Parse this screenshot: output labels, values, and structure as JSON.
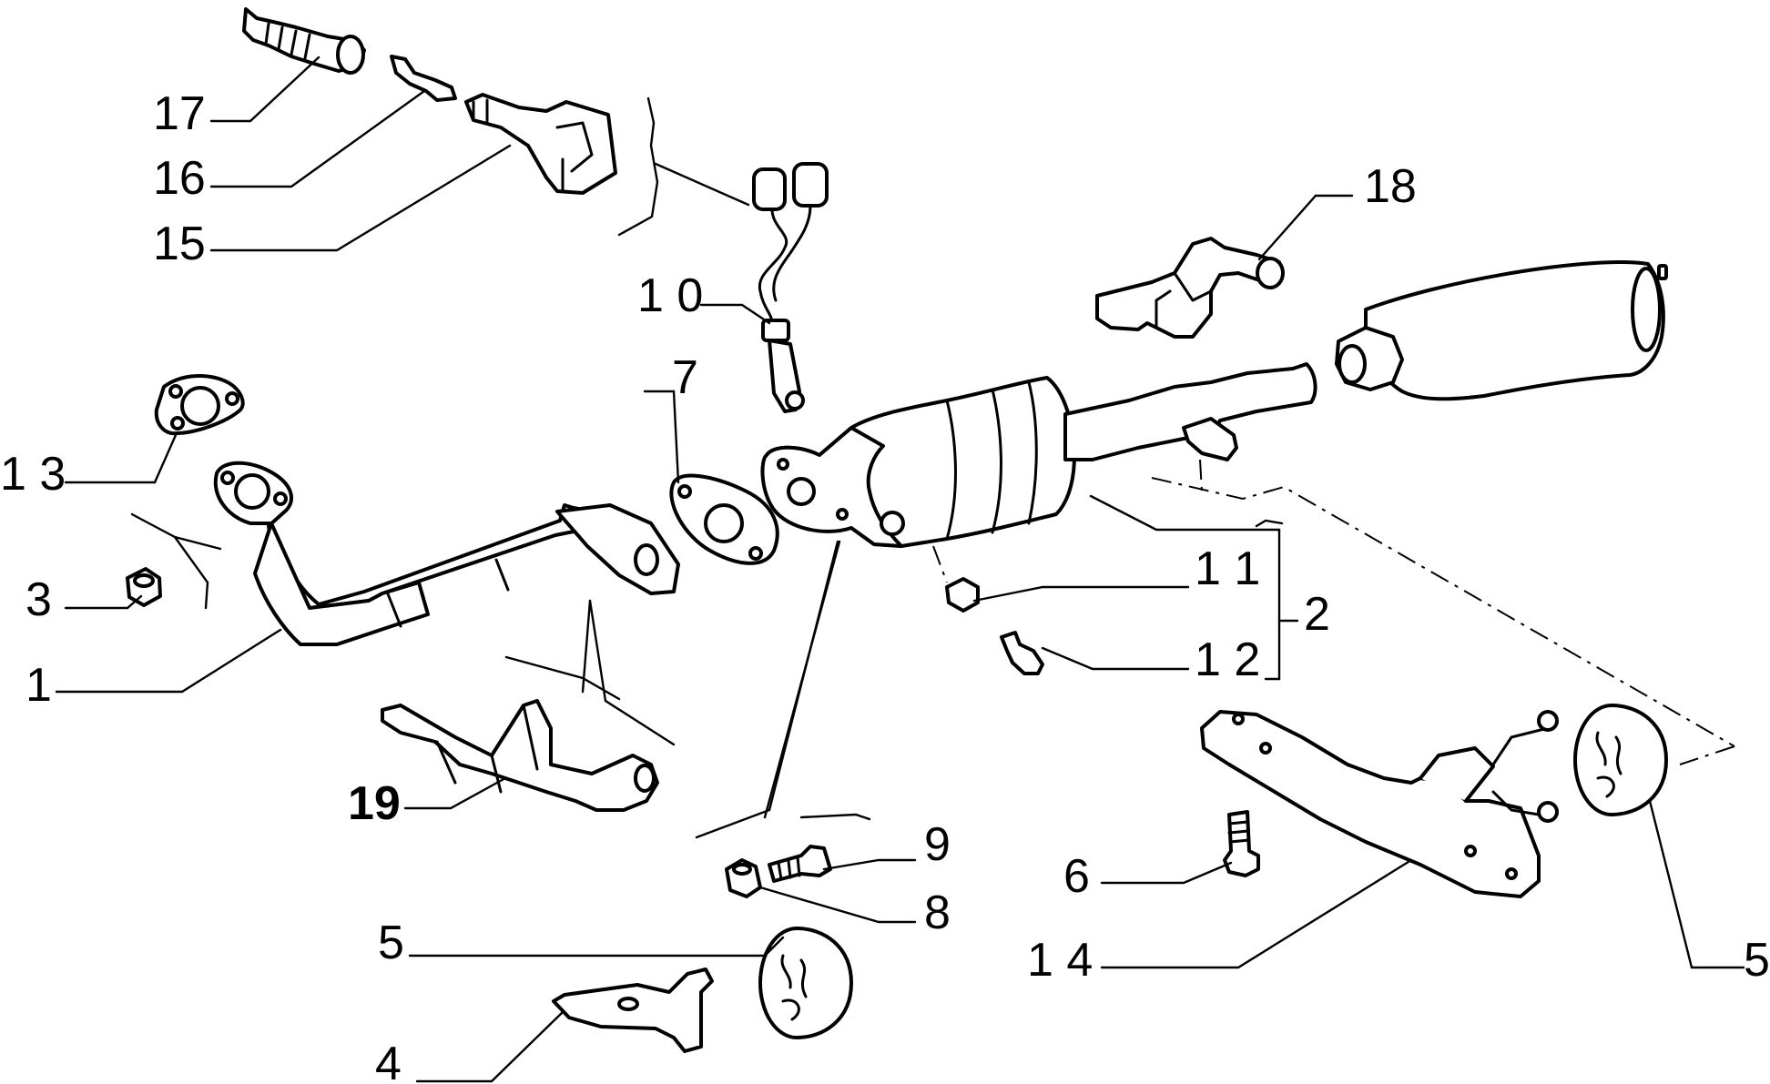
{
  "diagram": {
    "callouts": {
      "c17": "17",
      "c16": "16",
      "c15": "15",
      "c18": "18",
      "c10": "1 0",
      "c7": "7",
      "c13": "1 3",
      "c3": "3",
      "c1": "1",
      "c11": "1 1",
      "c2": "2",
      "c12": "1 2",
      "c19": "19",
      "c9": "9",
      "c8": "8",
      "c6": "6",
      "c14": "1 4",
      "c5_left": "5",
      "c5_right": "5",
      "c4": "4"
    },
    "colors": {
      "line": "#000000",
      "background": "#ffffff",
      "shading": "#d9d9d9"
    }
  }
}
